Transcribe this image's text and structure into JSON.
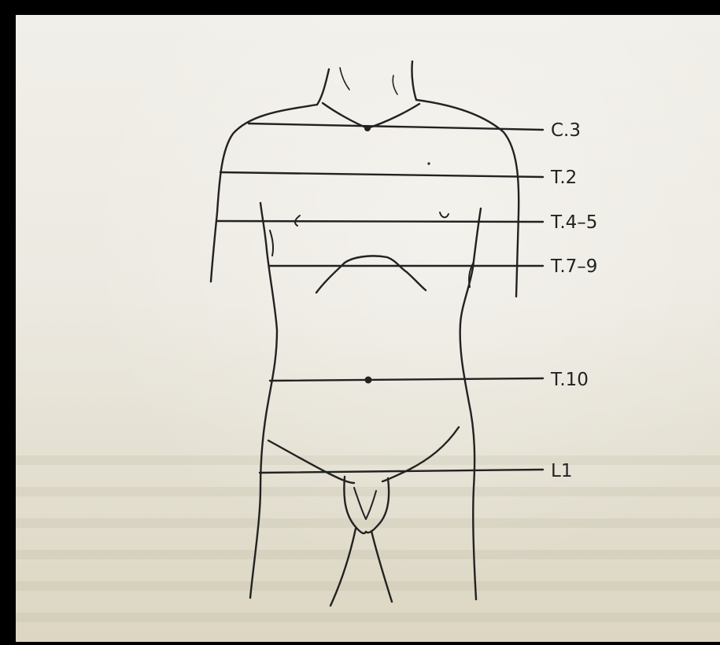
{
  "diagram": {
    "levels": [
      {
        "id": "c3",
        "label": "C.3"
      },
      {
        "id": "t2",
        "label": "T.2"
      },
      {
        "id": "t45",
        "label": "T.4–5"
      },
      {
        "id": "t79",
        "label": "T.7–9"
      },
      {
        "id": "t10",
        "label": "T.10"
      },
      {
        "id": "l1",
        "label": "L1"
      }
    ],
    "colors": {
      "ink": "#222222",
      "paper": "#efece4",
      "frame": "#000000"
    }
  }
}
